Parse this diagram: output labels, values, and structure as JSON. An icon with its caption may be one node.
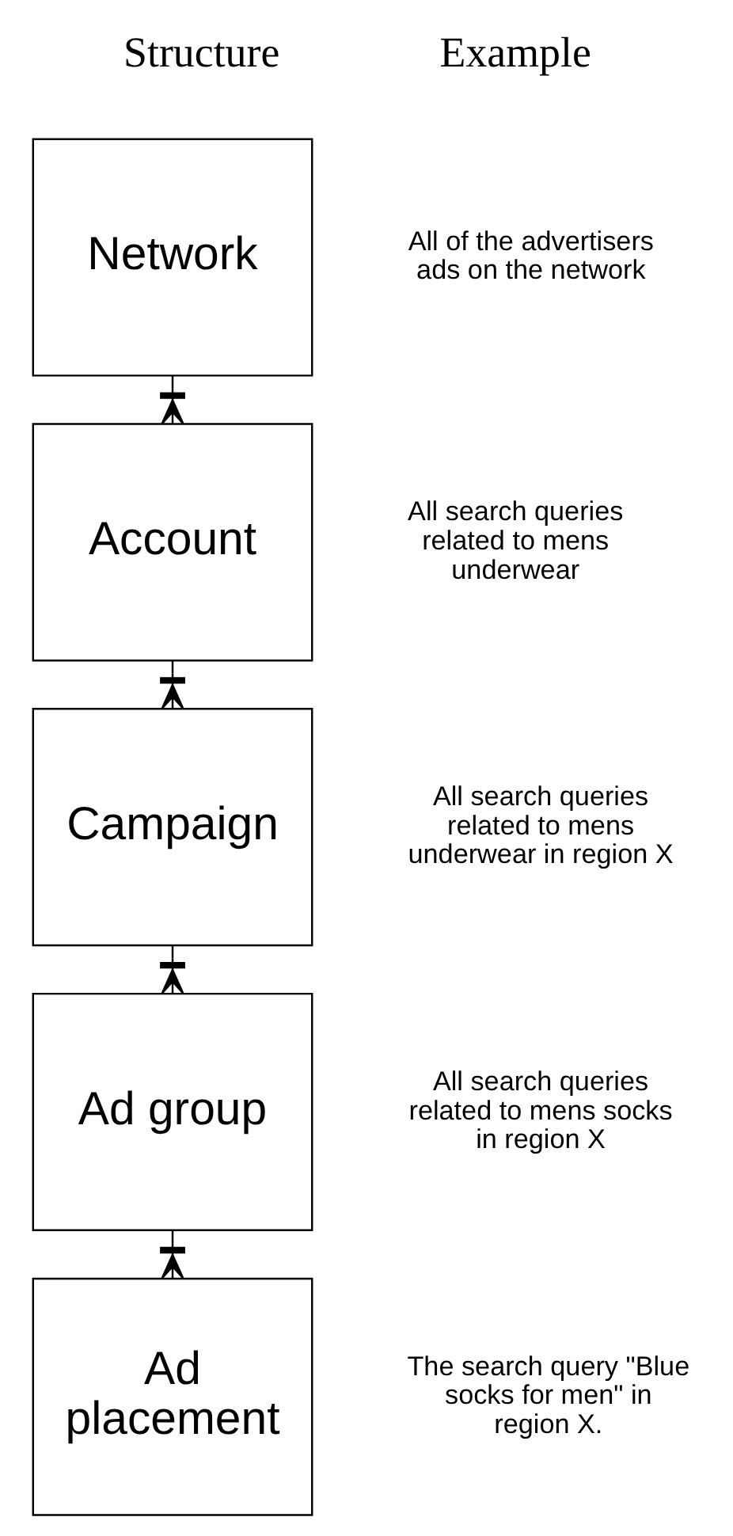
{
  "diagram": {
    "nodes": [
      {
        "text": [
          "Network"
        ],
        "beside": [
          "All of the advertisers ads on the network"
        ]
      },
      {
        "text": [
          "Account"
        ],
        "beside": [
          "All search queries related to mens underwear"
        ]
      },
      {
        "text": [
          "Campaign"
        ],
        "beside": [
          "All search queries related to mens underwear in region X"
        ]
      },
      {
        "text": [
          "Ad group"
        ],
        "beside": [
          "All search queries related to mens socks in region X"
        ]
      },
      {
        "text": [
          "Ad placement"
        ],
        "beside": [
          "The search query \"Blue socks for men\" in region X."
        ]
      }
    ],
    "edges": [
      {
        "from": 0,
        "to": 1,
        "arrow": "other"
      },
      {
        "from": 1,
        "to": 2,
        "arrow": "other"
      },
      {
        "from": 2,
        "to": 3,
        "arrow": "other"
      },
      {
        "from": 3,
        "to": 4,
        "arrow": "other"
      }
    ],
    "labels": [
      "Structure",
      "Example"
    ]
  }
}
